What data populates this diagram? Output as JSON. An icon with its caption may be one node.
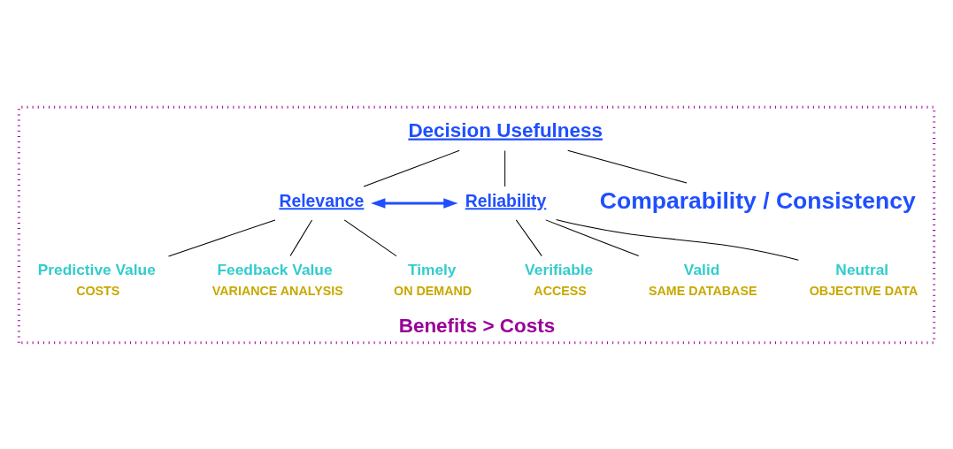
{
  "diagram": {
    "nodes": [
      {
        "text": [
          "Benefits > Costs"
        ]
      },
      {
        "text": [
          "Decision Usefulness"
        ],
        "in": 0
      },
      {
        "text": [
          "Relevance"
        ],
        "in": 0
      },
      {
        "text": [
          "Reliability"
        ],
        "in": 0
      },
      {
        "text": [
          "Predictive Value"
        ],
        "beside": [
          "COSTS"
        ],
        "in": 0
      },
      {
        "text": [
          "Feedback Value"
        ],
        "beside": [
          "VARIANCE ANALYSIS"
        ],
        "in": 0
      },
      {
        "text": [
          "Timely"
        ],
        "beside": [
          "ON DEMAND"
        ],
        "in": 0
      },
      {
        "text": [
          "Verifiable"
        ],
        "beside": [
          "ACCESS"
        ],
        "in": 0
      },
      {
        "text": [
          "Valid"
        ],
        "beside": [
          "SAME DATABASE"
        ],
        "in": 0
      },
      {
        "text": [
          "Neutral"
        ],
        "beside": [
          "OBJECTIVE DATA"
        ],
        "in": 0
      },
      {
        "text": [
          "Comparability / Consistency"
        ],
        "in": 0
      }
    ],
    "edges": [
      {
        "from": 1,
        "to": 2,
        "arrow": "none"
      },
      {
        "from": 1,
        "to": 3,
        "arrow": "none"
      },
      {
        "from": 1,
        "to": 10,
        "arrow": "none"
      },
      {
        "from": 2,
        "to": 3,
        "arrow": "both",
        "style": "thick",
        "color": "#1f4fff"
      },
      {
        "from": 2,
        "to": 4,
        "arrow": "none"
      },
      {
        "from": 2,
        "to": 5,
        "arrow": "none"
      },
      {
        "from": 2,
        "to": 6,
        "arrow": "none"
      },
      {
        "from": 3,
        "to": 7,
        "arrow": "none"
      },
      {
        "from": 3,
        "to": 8,
        "arrow": "none"
      },
      {
        "from": 3,
        "to": 9,
        "arrow": "none"
      }
    ]
  }
}
